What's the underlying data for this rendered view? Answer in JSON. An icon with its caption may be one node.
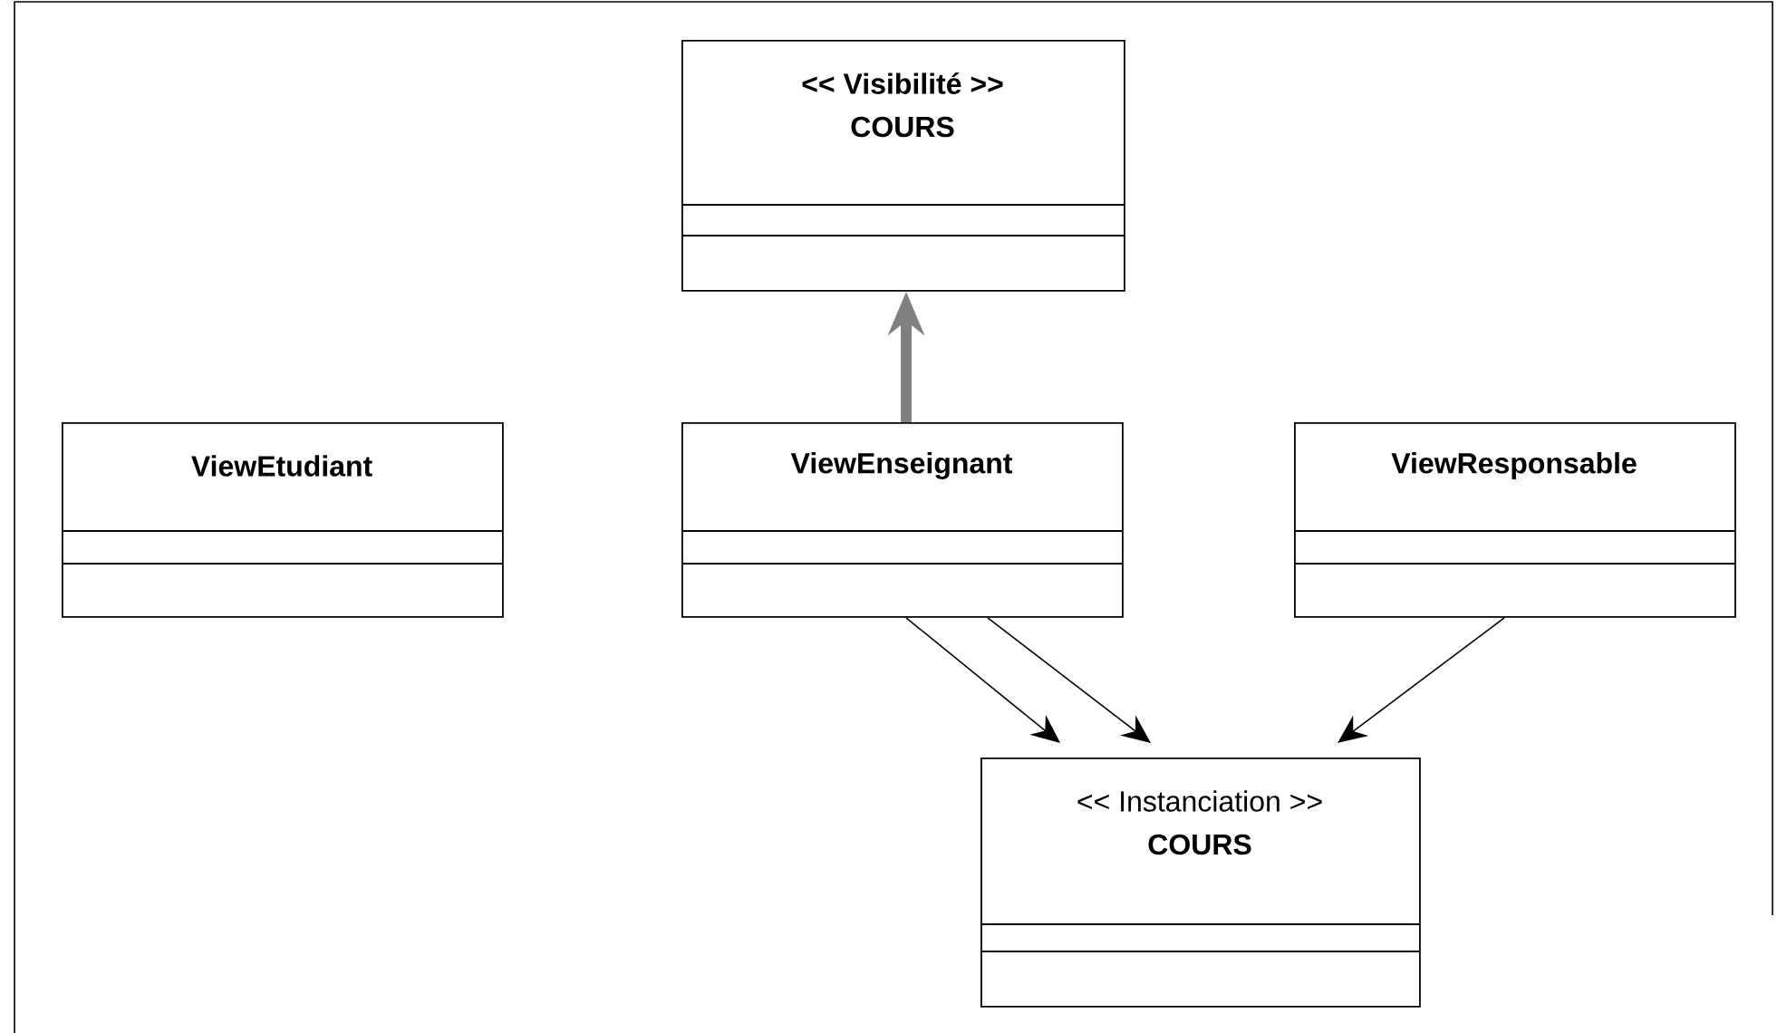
{
  "diagram": {
    "nodes": [
      {
        "text": [
          "<< Visibilité >>",
          "COURS"
        ]
      },
      {
        "text": [
          "ViewEtudiant"
        ]
      },
      {
        "text": [
          "ViewEnseignant"
        ]
      },
      {
        "text": [
          "ViewResponsable"
        ]
      },
      {
        "text": [
          "<< Instanciation >>",
          "COURS"
        ]
      }
    ],
    "edges": [
      {
        "from": 2,
        "to": 0,
        "arrow": "to",
        "style": "thick",
        "color": "#808080"
      },
      {
        "from": 2,
        "to": 4,
        "arrow": "to"
      },
      {
        "from": 2,
        "to": 4,
        "arrow": "to"
      },
      {
        "from": 3,
        "to": 4,
        "arrow": "to"
      }
    ]
  }
}
